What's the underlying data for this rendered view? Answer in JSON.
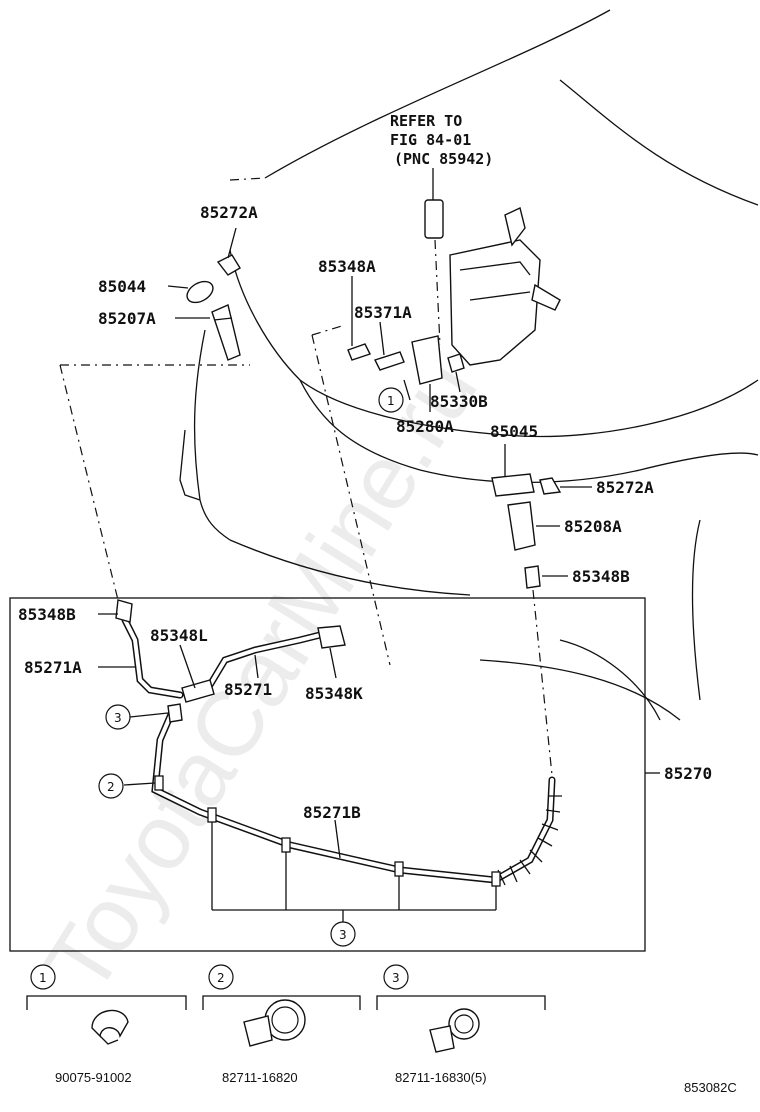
{
  "refer_note": {
    "line1": "REFER TO",
    "line2": "FIG 84-01",
    "line3": "(PNC 85942)"
  },
  "labels": {
    "p85272A_top": "85272A",
    "p85044": "85044",
    "p85207A": "85207A",
    "p85348A": "85348A",
    "p85371A": "85371A",
    "p85330B": "85330B",
    "p85280A": "85280A",
    "p85045": "85045",
    "p85272A_right": "85272A",
    "p85208A": "85208A",
    "p85348B_right": "85348B",
    "p85348B_left": "85348B",
    "p85348L": "85348L",
    "p85271A": "85271A",
    "p85271": "85271",
    "p85348K": "85348K",
    "p85270": "85270",
    "p85271B": "85271B"
  },
  "callouts": {
    "c1": "1",
    "c2": "2",
    "c3_top": "3",
    "c3_bottom": "3"
  },
  "legend": {
    "item1": {
      "num": "1",
      "part_no": "90075-91002"
    },
    "item2": {
      "num": "2",
      "part_no": "82711-16820"
    },
    "item3": {
      "num": "3",
      "part_no": "82711-16830(5)"
    }
  },
  "figure_code": "853082C",
  "watermark": "ToyotaCarMine.ru"
}
